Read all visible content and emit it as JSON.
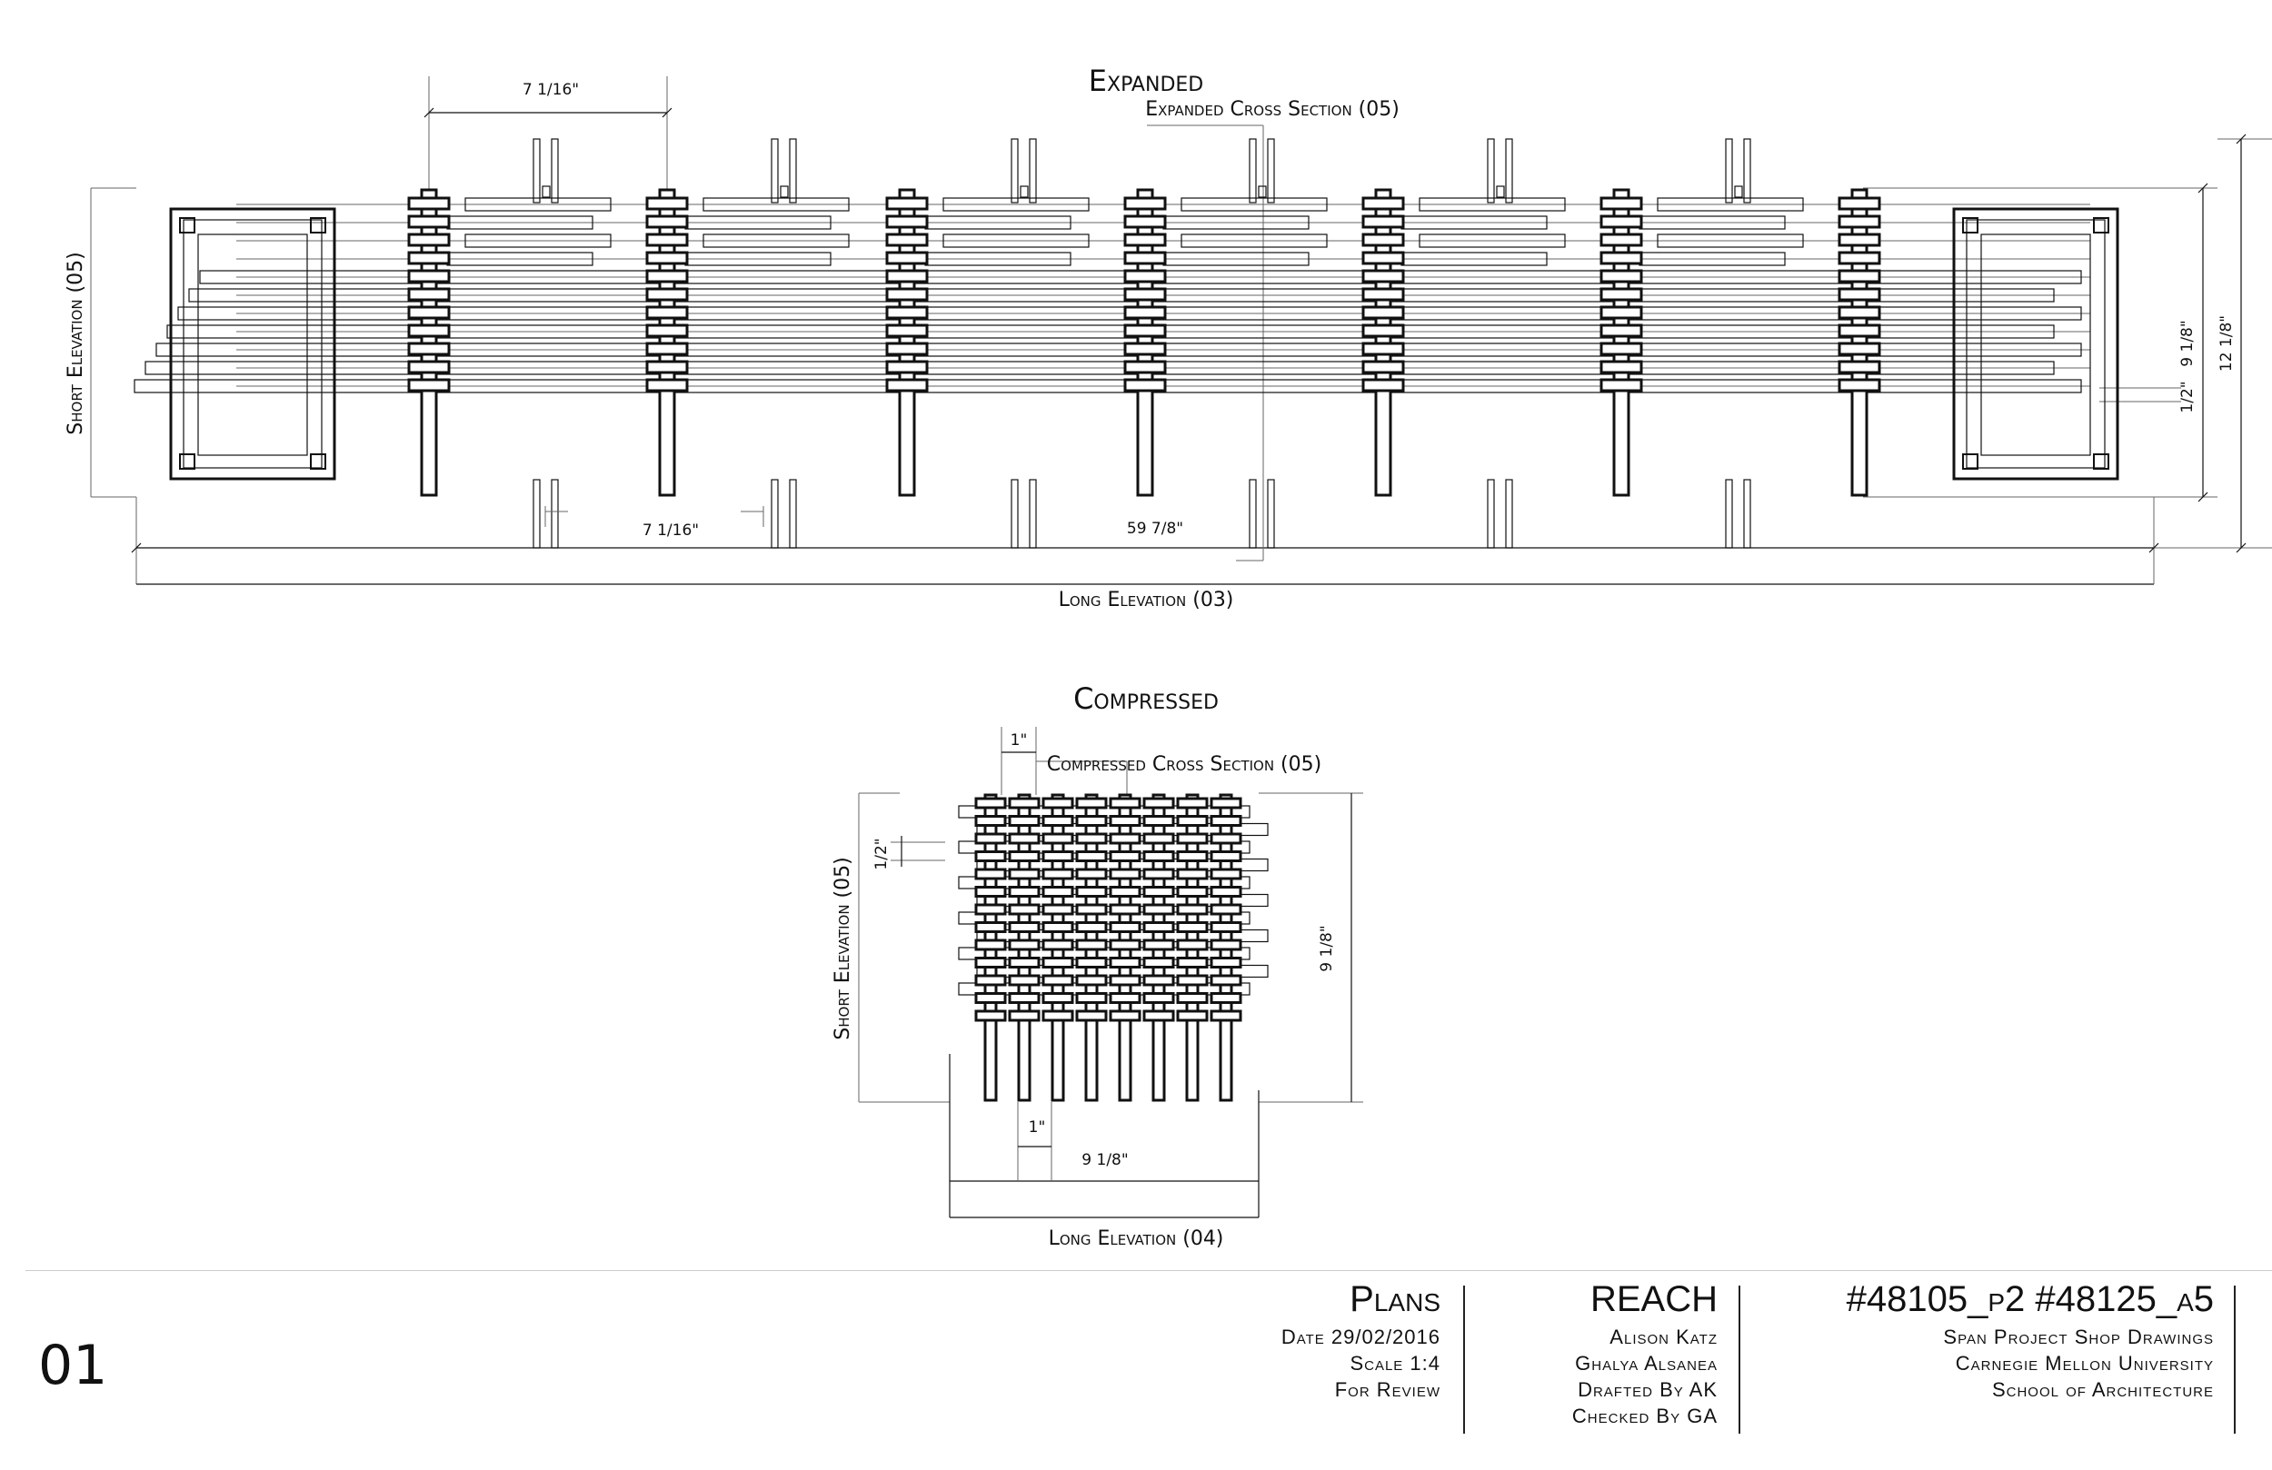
{
  "views": {
    "expanded": {
      "title": "Expanded",
      "cross_section": "Expanded Cross Section (05)",
      "short_elevation": "Short Elevation (05)",
      "long_elevation": "Long Elevation (03)",
      "dims": {
        "top_width": "7 1/16\"",
        "bottom_width": "7 1/16\"",
        "length": "59 7/8\"",
        "height_inner": "9 1/8\"",
        "height_outer": "12 1/8\"",
        "gap": "1/2\""
      }
    },
    "compressed": {
      "title": "Compressed",
      "cross_section": "Compressed Cross Section (05)",
      "short_elevation": "Short Elevation (05)",
      "long_elevation": "Long Elevation (04)",
      "dims": {
        "top": "1\"",
        "gap": "1/2\"",
        "height": "9 1/8\"",
        "bottom": "1\"",
        "width": "9 1/8\""
      }
    }
  },
  "title_block": {
    "sheet_number": "01",
    "sheet_title": "Plans",
    "date": "Date 29/02/2016",
    "scale": "Scale 1:4",
    "status": "For Review",
    "project": "REACH",
    "author1": "Alison Katz",
    "author2": "Ghalya Alsanea",
    "drafted": "Drafted By AK",
    "checked": "Checked By GA",
    "code": "#48105_p2 #48125_a5",
    "line1": "Span Project Shop Drawings",
    "line2": "Carnegie Mellon University",
    "line3": "School of Architecture"
  }
}
